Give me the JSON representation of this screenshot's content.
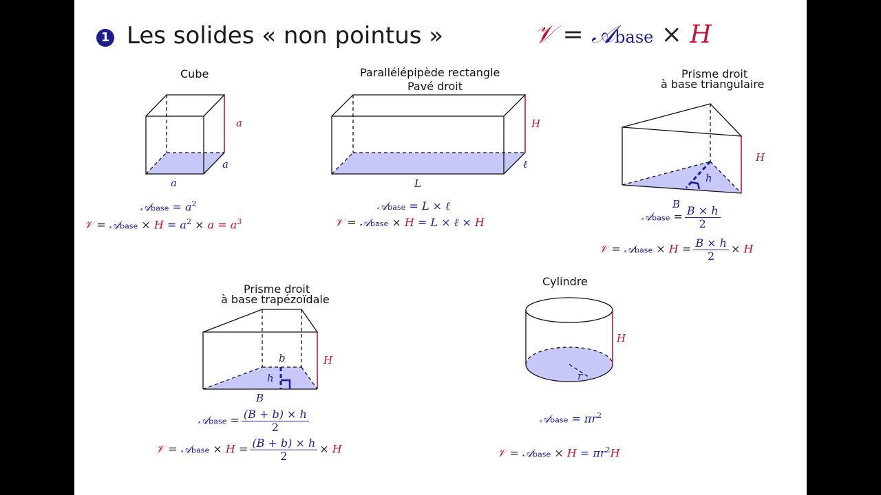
{
  "title": {
    "number": "1",
    "text": "Les solides « non pointus »"
  },
  "main_formula": {
    "V": "𝒱",
    "eq": "=",
    "A": "𝒜",
    "sub": "base",
    "times": "×",
    "H": "H"
  },
  "cube": {
    "label": "Cube",
    "edge_right": "a",
    "edge_depth": "a",
    "edge_bottom": "a",
    "f1": {
      "A": "𝒜",
      "sub": "base",
      "rhs": "= a",
      "exp": "2"
    },
    "f2": {
      "V": "𝒱",
      "A": "𝒜",
      "sub": "base",
      "mid": "×",
      "H": "H",
      "rest": "= a",
      "exp": "2",
      "times": "×",
      "a": "a",
      "eq_a3": "= a",
      "exp3": "3"
    }
  },
  "pave": {
    "label1": "Parallélépipède rectangle",
    "label2": "Pavé droit",
    "H": "H",
    "l": "ℓ",
    "L": "L",
    "f1": {
      "A": "𝒜",
      "sub": "base",
      "rhs": "= L × ℓ"
    },
    "f2": {
      "V": "𝒱",
      "A": "𝒜",
      "sub": "base",
      "times": "×",
      "H": "H",
      "rest": "= L × ℓ ×",
      "H2": "H"
    }
  },
  "prisme_tri": {
    "label1": "Prisme droit",
    "label2": "à base triangulaire",
    "H": "H",
    "h": "h",
    "B": "B",
    "f1": {
      "A": "𝒜",
      "sub": "base",
      "eq": "=",
      "num": "B × h",
      "den": "2"
    },
    "f2": {
      "V": "𝒱",
      "A": "𝒜",
      "sub": "base",
      "times": "×",
      "H": "H",
      "eq": "=",
      "num": "B × h",
      "den": "2",
      "times2": "×",
      "H2": "H"
    }
  },
  "prisme_trap": {
    "label1": "Prisme droit",
    "label2": "à base trapézoïdale",
    "b": "b",
    "h": "h",
    "H": "H",
    "B": "B",
    "f1": {
      "A": "𝒜",
      "sub": "base",
      "eq": "=",
      "num": "(B + b) × h",
      "den": "2"
    },
    "f2": {
      "V": "𝒱",
      "A": "𝒜",
      "sub": "base",
      "times": "×",
      "H": "H",
      "eq": "=",
      "num": "(B + b) × h",
      "den": "2",
      "times2": "×",
      "H2": "H"
    }
  },
  "cylindre": {
    "label": "Cylindre",
    "H": "H",
    "r": "r",
    "f1": {
      "A": "𝒜",
      "sub": "base",
      "rhs": "= πr",
      "exp": "2"
    },
    "f2": {
      "V": "𝒱",
      "A": "𝒜",
      "sub": "base",
      "times": "×",
      "H": "H",
      "rhs": "= πr",
      "exp": "2",
      "H2": "H"
    }
  },
  "colors": {
    "blue": "#1d1d9a",
    "red": "#c41230",
    "fill": "#c8c8f8"
  }
}
